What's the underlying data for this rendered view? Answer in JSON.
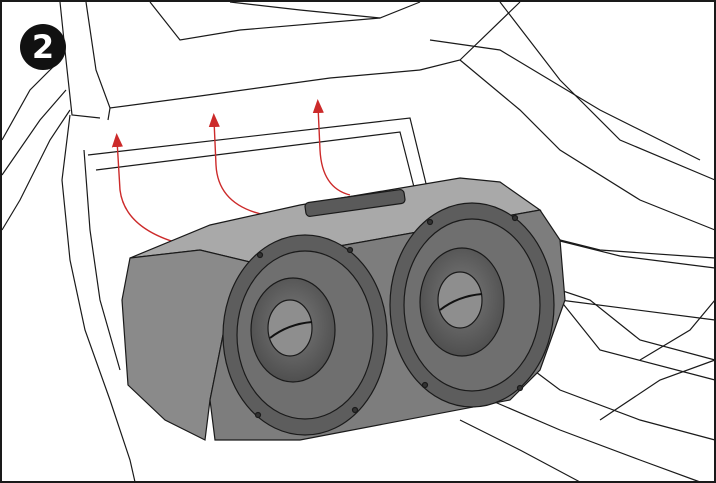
{
  "step": {
    "number": "2"
  },
  "colors": {
    "line": "#1a1a1a",
    "arrow": "#cc2a2a",
    "enclosure_top": "#a9a9a9",
    "enclosure_front": "#7d7d7d",
    "ring": "#5d5d5d",
    "cone": "#6b6b6b",
    "dust_cap": "#8e8e8e"
  },
  "arrows": {
    "count": 3,
    "direction": "up"
  },
  "icons": [
    "step-number-badge",
    "airflow-arrow",
    "subwoofer-enclosure",
    "speaker-cone"
  ]
}
